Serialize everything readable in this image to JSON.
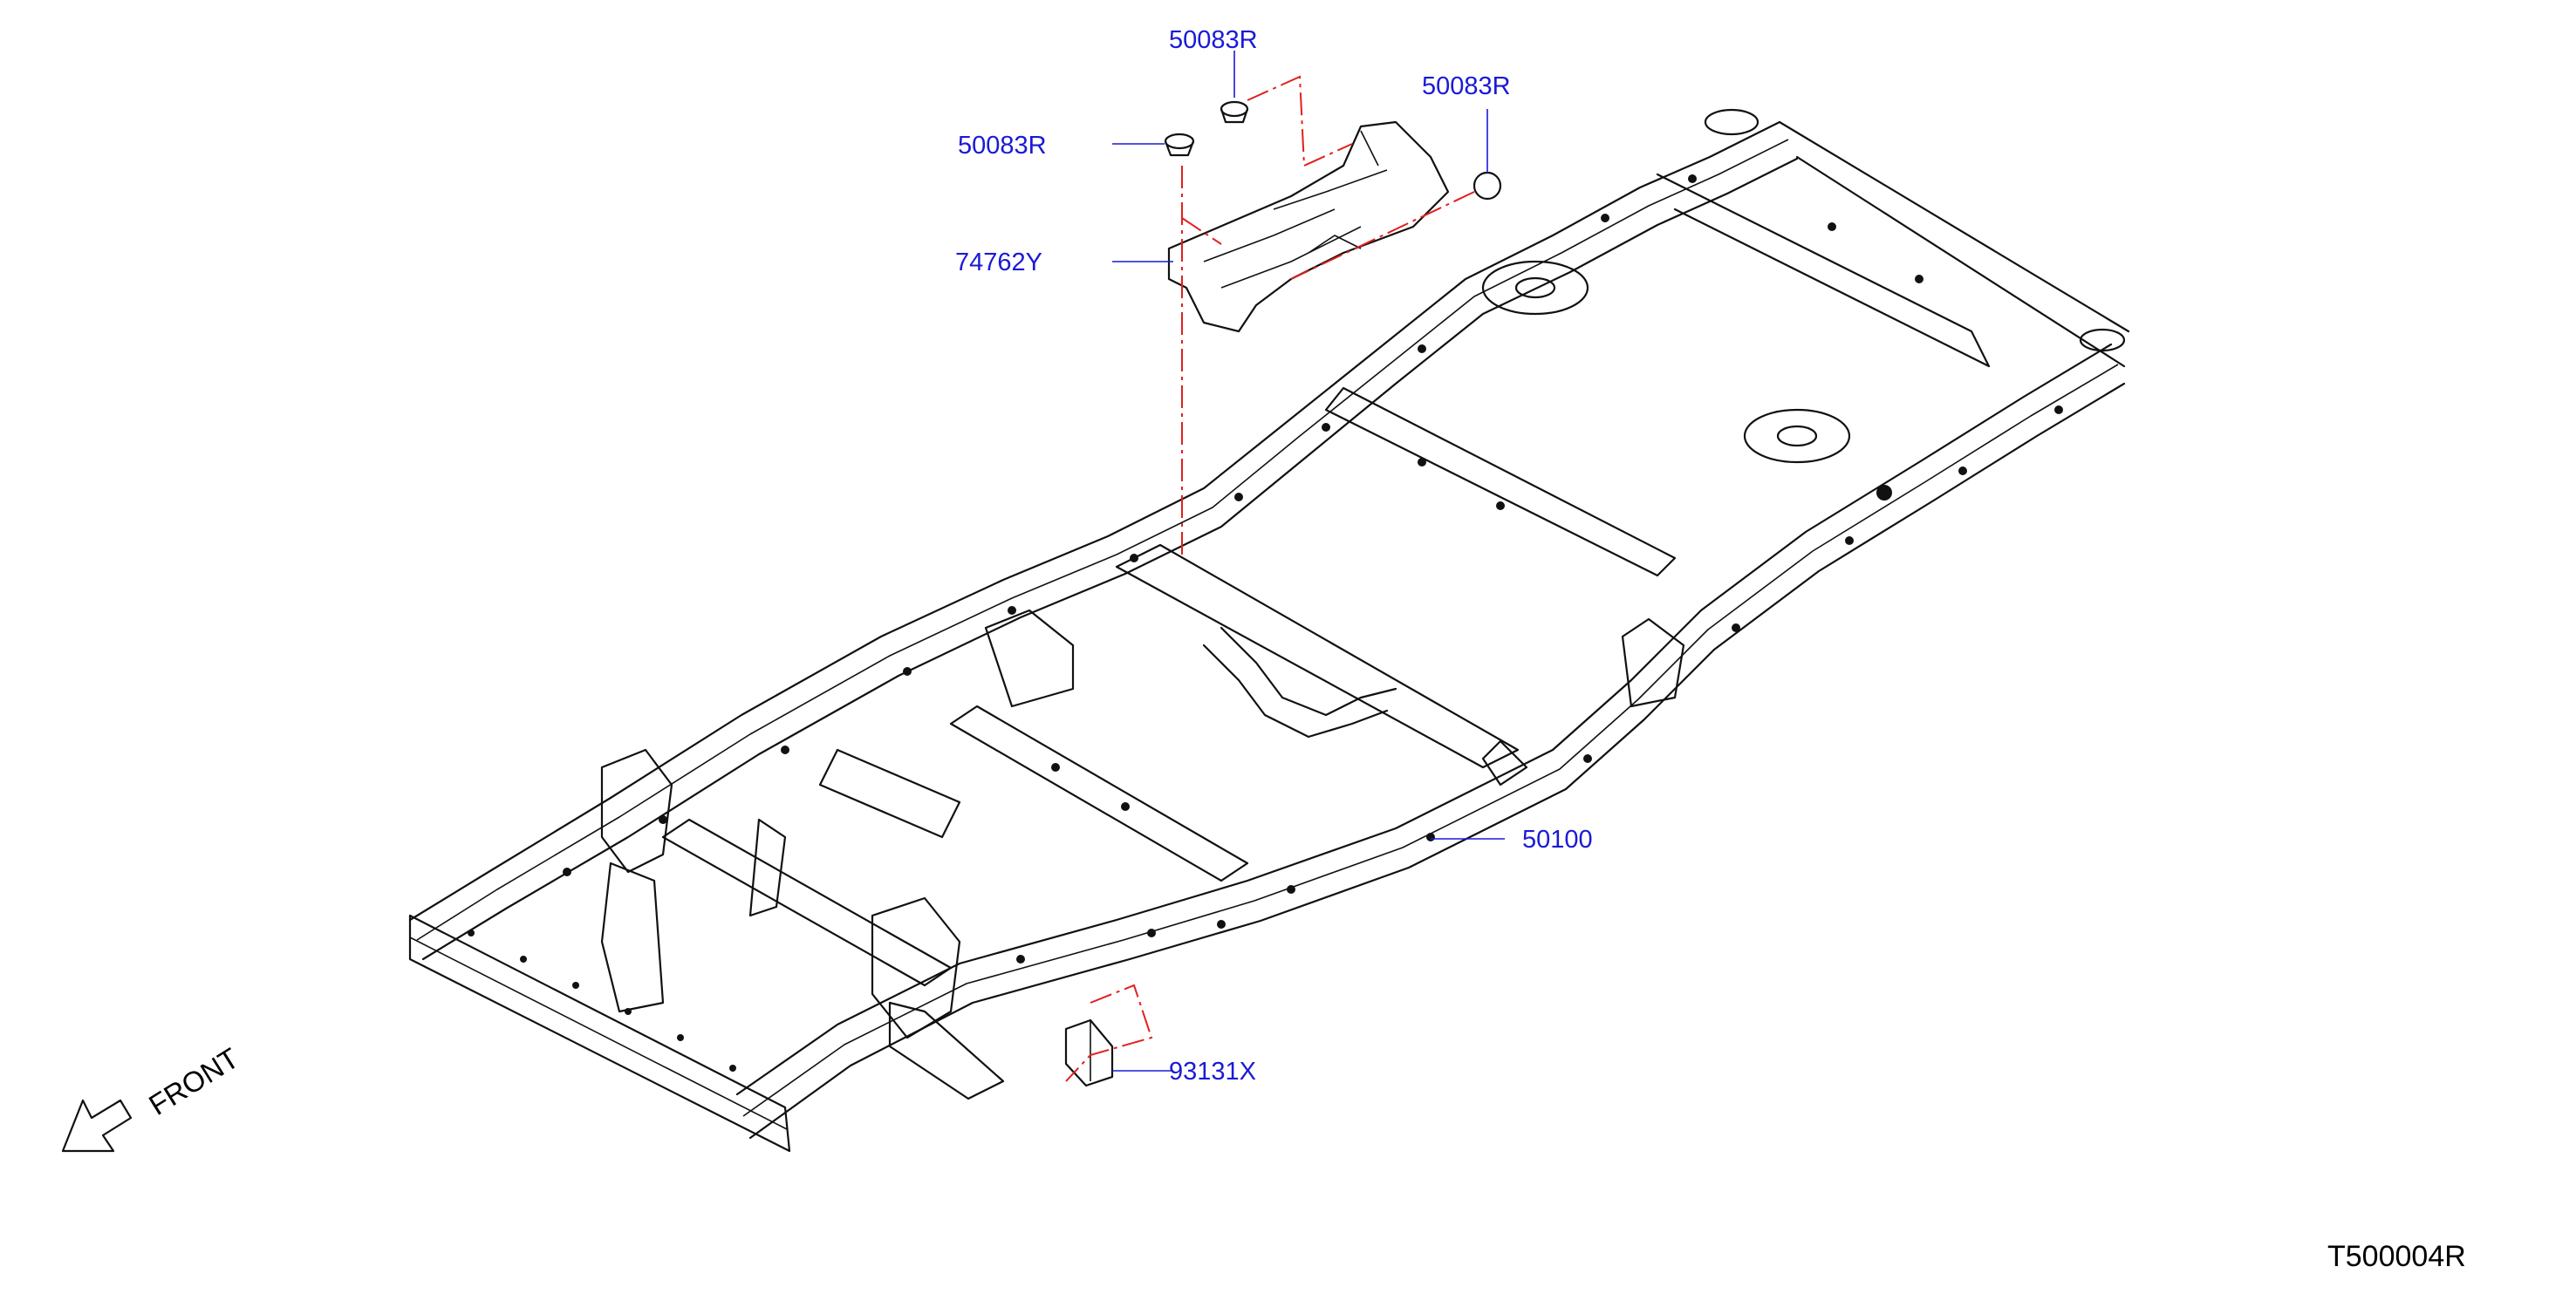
{
  "diagram": {
    "drawing_code": "T500004R",
    "direction_label": "FRONT",
    "colors": {
      "label": "#1a1ad6",
      "guide_line": "#e0201e",
      "linework": "#111111"
    },
    "parts": [
      {
        "id": "clip-top",
        "number": "50083R"
      },
      {
        "id": "clip-right",
        "number": "50083R"
      },
      {
        "id": "clip-left",
        "number": "50083R"
      },
      {
        "id": "heat-insulator",
        "number": "74762Y"
      },
      {
        "id": "frame-assembly",
        "number": "50100"
      },
      {
        "id": "bracket-lower",
        "number": "93131X"
      }
    ]
  }
}
